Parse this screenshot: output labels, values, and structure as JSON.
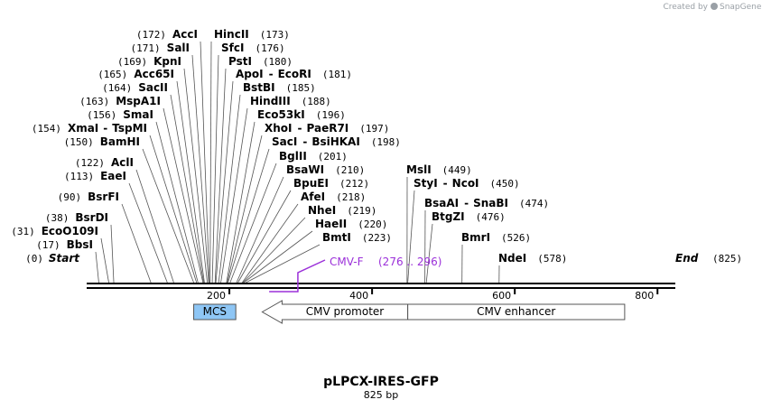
{
  "branding": {
    "created_by": "Created by",
    "app_name": "SnapGene"
  },
  "plasmid": {
    "name": "pLPCX-IRES-GFP",
    "length_label": "825 bp",
    "length": 825
  },
  "ruler": {
    "ticks": [
      200,
      400,
      600,
      800
    ]
  },
  "ends": [
    {
      "pos": 0,
      "name": "Start",
      "number": "(0)"
    },
    {
      "pos": 825,
      "name": "End",
      "number": "(825)"
    }
  ],
  "sites_left": [
    {
      "name": "BbsI",
      "number": "(17)",
      "pos": 17
    },
    {
      "name": "EcoO109I",
      "number": "(31)",
      "pos": 31
    },
    {
      "name": "BsrDI",
      "number": "(38)",
      "pos": 38
    },
    {
      "name": "BsrFI",
      "number": "(90)",
      "pos": 90
    },
    {
      "name": "EaeI",
      "number": "(113)",
      "pos": 113
    },
    {
      "name": "AclI",
      "number": "(122)",
      "pos": 122
    },
    {
      "name": "BamHI",
      "number": "(150)",
      "pos": 150
    },
    {
      "name": "XmaI",
      "sep": "-",
      "name2": "TspMI",
      "number": "(154)",
      "pos": 154
    },
    {
      "name": "SmaI",
      "number": "(156)",
      "pos": 156
    },
    {
      "name": "MspA1I",
      "number": "(163)",
      "pos": 163
    },
    {
      "name": "SacII",
      "number": "(164)",
      "pos": 164
    },
    {
      "name": "Acc65I",
      "number": "(165)",
      "pos": 165
    },
    {
      "name": "KpnI",
      "number": "(169)",
      "pos": 169
    },
    {
      "name": "SalI",
      "number": "(171)",
      "pos": 171
    },
    {
      "name": "AccI",
      "number": "(172)",
      "pos": 172
    }
  ],
  "sites_right": [
    {
      "name": "HincII",
      "number": "(173)",
      "pos": 173
    },
    {
      "name": "SfcI",
      "number": "(176)",
      "pos": 176
    },
    {
      "name": "PstI",
      "number": "(180)",
      "pos": 180
    },
    {
      "name": "ApoI",
      "sep": "-",
      "name2": "EcoRI",
      "number": "(181)",
      "pos": 181
    },
    {
      "name": "BstBI",
      "number": "(185)",
      "pos": 185
    },
    {
      "name": "HindIII",
      "number": "(188)",
      "pos": 188
    },
    {
      "name": "Eco53kI",
      "number": "(196)",
      "pos": 196
    },
    {
      "name": "XhoI",
      "sep": "-",
      "name2": "PaeR7I",
      "number": "(197)",
      "pos": 197
    },
    {
      "name": "SacI",
      "sep": "-",
      "name2": "BsiHKAI",
      "number": "(198)",
      "pos": 198
    },
    {
      "name": "BglII",
      "number": "(201)",
      "pos": 201
    },
    {
      "name": "BsaWI",
      "number": "(210)",
      "pos": 210
    },
    {
      "name": "BpuEI",
      "number": "(212)",
      "pos": 212
    },
    {
      "name": "AfeI",
      "number": "(218)",
      "pos": 218
    },
    {
      "name": "NheI",
      "number": "(219)",
      "pos": 219
    },
    {
      "name": "HaeII",
      "number": "(220)",
      "pos": 220
    },
    {
      "name": "BmtI",
      "number": "(223)",
      "pos": 223
    }
  ],
  "sites_far": [
    {
      "name": "MslI",
      "number": "(449)",
      "pos": 449
    },
    {
      "name": "StyI",
      "sep": "-",
      "name2": "NcoI",
      "number": "(450)",
      "pos": 450
    },
    {
      "name": "BsaAI",
      "sep": "-",
      "name2": "SnaBI",
      "number": "(474)",
      "pos": 474
    },
    {
      "name": "BtgZI",
      "number": "(476)",
      "pos": 476
    },
    {
      "name": "BmrI",
      "number": "(526)",
      "pos": 526
    },
    {
      "name": "NdeI",
      "number": "(578)",
      "pos": 578
    }
  ],
  "primer": {
    "name": "CMV-F",
    "range_label": "(276 .. 296)",
    "start": 276,
    "end": 296,
    "color": "#9b30d9"
  },
  "features": [
    {
      "name": "MCS",
      "start": 150,
      "end": 209,
      "type": "box",
      "color": "#8ec6f5"
    },
    {
      "name": "CMV promoter",
      "start": 246,
      "end": 450,
      "type": "arrow-left",
      "color": "#ffffff"
    },
    {
      "name": "CMV enhancer",
      "start": 450,
      "end": 754,
      "type": "box",
      "color": "#ffffff"
    }
  ]
}
